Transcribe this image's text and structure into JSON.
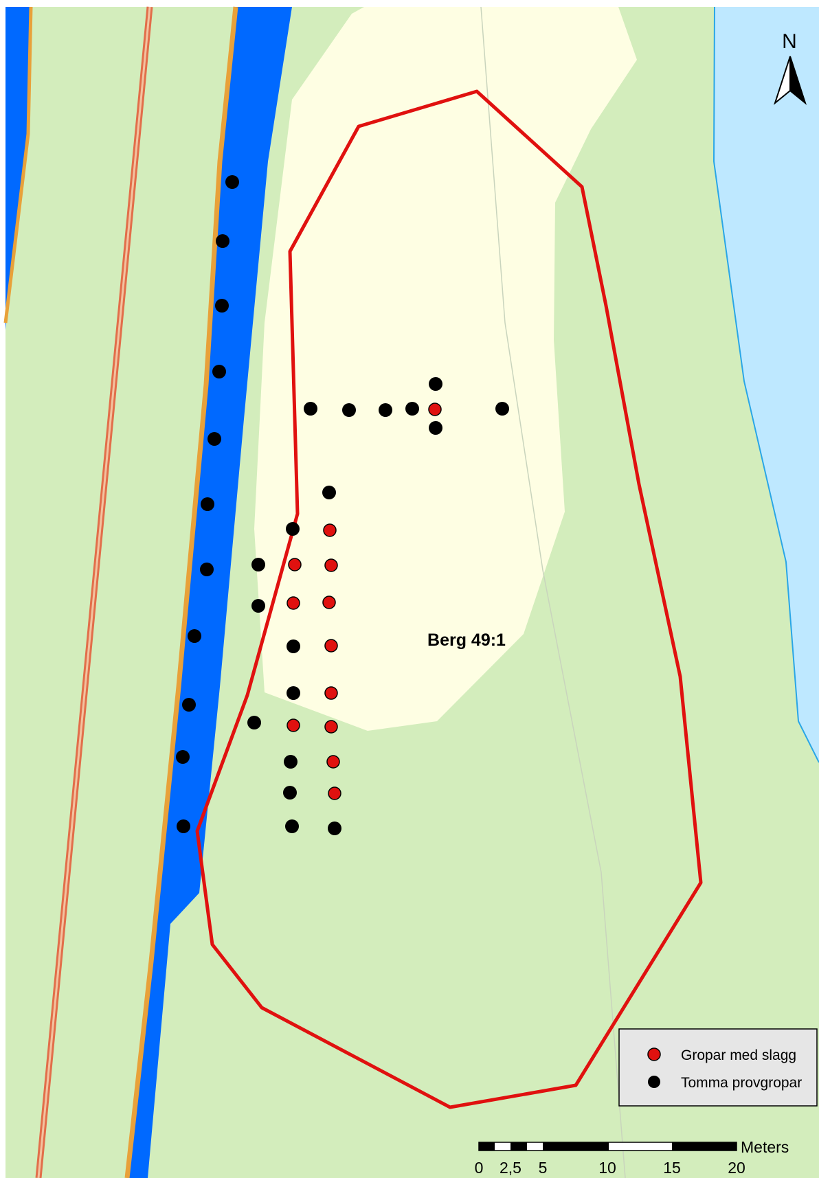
{
  "map": {
    "site_label": "Berg 49:1",
    "north_label": "N",
    "colors": {
      "meadow": "#d3edbc",
      "clearing": "#fefee3",
      "lake": "#bee8ff",
      "lake_edge": "#2aa6e6",
      "stream": "#0069ff",
      "road_casing": "#e8a13a",
      "road_inner": "#e26e4a",
      "boundary": "#e0110f",
      "pit_slag": "#e0110f",
      "pit_empty": "#000000",
      "legend_bg": "#e6e6e6"
    }
  },
  "legend": {
    "items": [
      {
        "label": "Gropar med slagg",
        "color": "#e0110f"
      },
      {
        "label": "Tomma provgropar",
        "color": "#000000"
      }
    ]
  },
  "scale_bar": {
    "unit": "Meters",
    "ticks": [
      "0",
      "2,5",
      "5",
      "10",
      "15",
      "20"
    ]
  }
}
